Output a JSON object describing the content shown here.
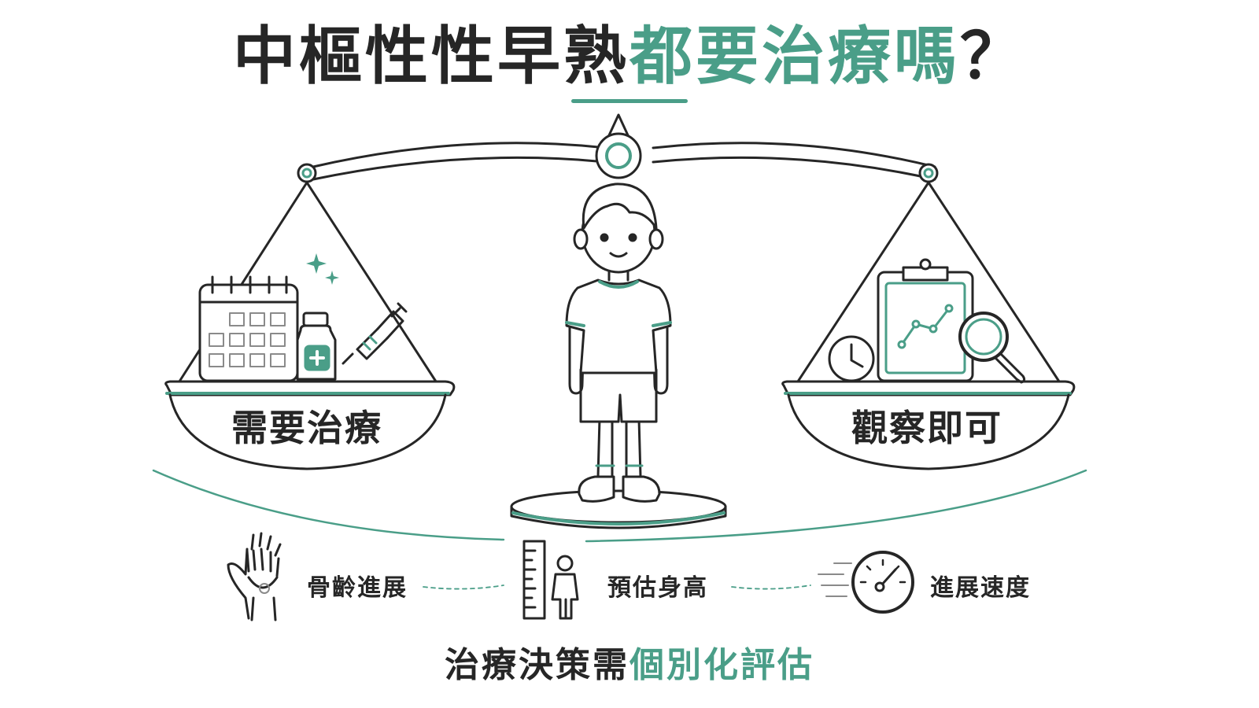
{
  "title": {
    "dark": "中樞性性早熟",
    "accent": "都要治療嗎",
    "mark": "？"
  },
  "pans": {
    "left_label": "需要治療",
    "right_label": "觀察即可"
  },
  "factors": [
    {
      "label": "骨齡進展",
      "icon": "hand-xray-icon"
    },
    {
      "label": "預估身高",
      "icon": "height-ruler-icon"
    },
    {
      "label": "進展速度",
      "icon": "speedometer-icon"
    }
  ],
  "footer": {
    "dark": "治療決策需",
    "accent": "個別化評估"
  },
  "colors": {
    "accent": "#4a9e88",
    "ink": "#262626"
  }
}
